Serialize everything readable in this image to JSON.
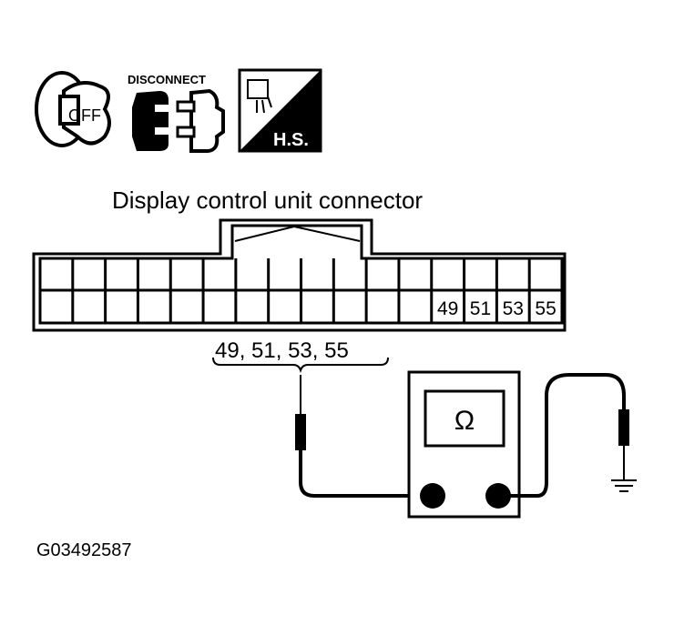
{
  "icons": {
    "ignition": {
      "name": "ignition-off-icon",
      "label": "OFF"
    },
    "disconnect": {
      "name": "disconnect-icon",
      "label": "DISCONNECT"
    },
    "harness": {
      "name": "harness-side-icon",
      "label": "H.S."
    }
  },
  "connector": {
    "title": "Display control unit connector",
    "columns": 16,
    "rows": 2,
    "pins": [
      "49",
      "51",
      "53",
      "55"
    ],
    "probe_label": "49, 51, 53, 55"
  },
  "meter": {
    "symbol": "Ω"
  },
  "figure_id": "G03492587"
}
